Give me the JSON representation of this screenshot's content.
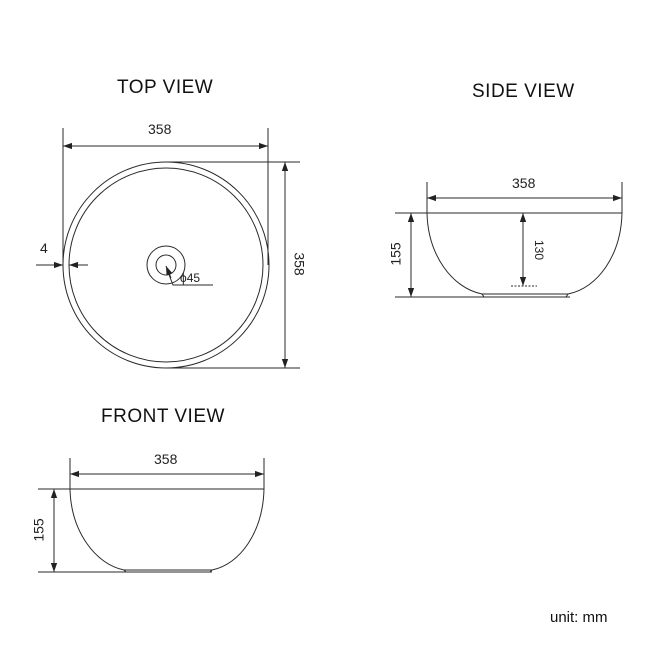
{
  "top_view": {
    "title": "TOP VIEW",
    "width_dim": "358",
    "depth_dim": "358",
    "rim_thickness_dim": "4",
    "drain_dim": "ϕ45"
  },
  "side_view": {
    "title": "SIDE VIEW",
    "width_dim": "358",
    "height_dim": "155",
    "inner_depth_dim": "130"
  },
  "front_view": {
    "title": "FRONT VIEW",
    "width_dim": "358",
    "height_dim": "155"
  },
  "footer": {
    "unit_label": "unit: mm"
  },
  "colors": {
    "line": "#2a2a2a",
    "background": "#ffffff"
  }
}
